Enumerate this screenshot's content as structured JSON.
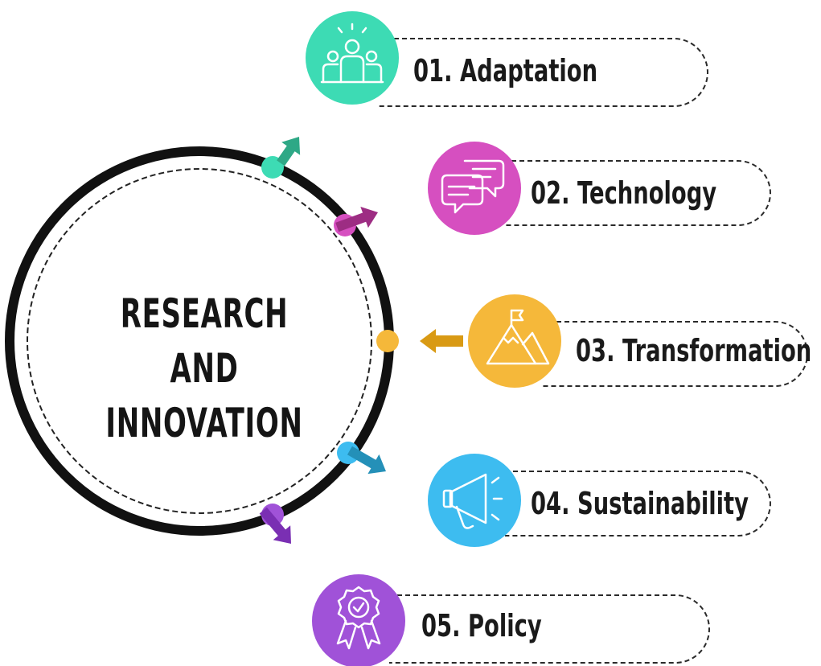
{
  "center": {
    "line1": "RESEARCH AND",
    "line2": "INNOVATION"
  },
  "items": [
    {
      "label": "01. Adaptation",
      "color": "#3ddbb4",
      "arrow_color": "#2ea886",
      "icon": "team-icon"
    },
    {
      "label": "02. Technology",
      "color": "#d64fc0",
      "arrow_color": "#9d2d83",
      "icon": "chat-bubbles-icon"
    },
    {
      "label": "03. Transformation",
      "color": "#f5b83a",
      "arrow_color": "#d99a14",
      "icon": "mountain-flag-icon"
    },
    {
      "label": "04. Sustainability",
      "color": "#3dbcf0",
      "arrow_color": "#2490b8",
      "icon": "megaphone-icon"
    },
    {
      "label": "05. Policy",
      "color": "#a052d8",
      "arrow_color": "#7a2fb3",
      "icon": "award-badge-icon"
    }
  ]
}
